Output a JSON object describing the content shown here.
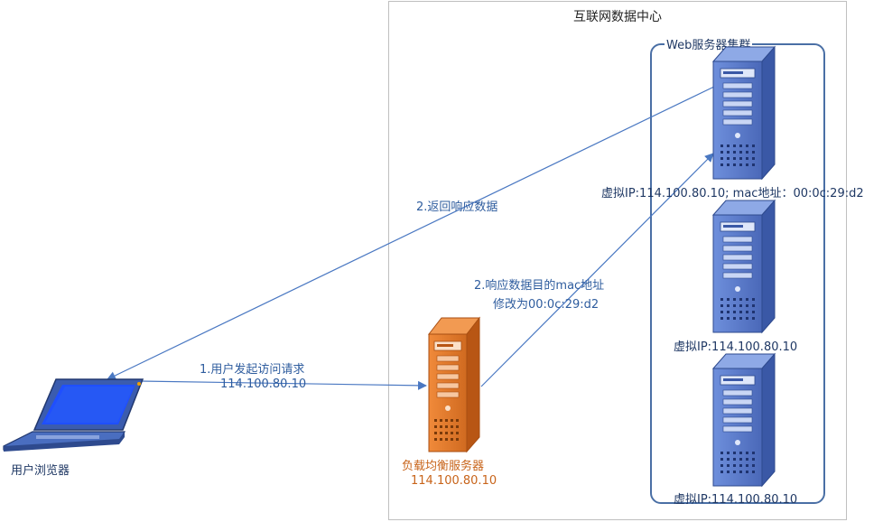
{
  "datacenter": {
    "title": "互联网数据中心"
  },
  "web_cluster": {
    "title": "Web服务器集群"
  },
  "client": {
    "label": "用户浏览器"
  },
  "load_balancer": {
    "label": "负载均衡服务器",
    "ip": "114.100.80.10"
  },
  "servers": [
    {
      "label": "虚拟IP:114.100.80.10;  mac地址：00:0c:29:d2"
    },
    {
      "label": "虚拟IP:114.100.80.10"
    },
    {
      "label": "虚拟IP:114.100.80.10"
    }
  ],
  "arrows": {
    "request": {
      "line1": "1.用户发起访问请求",
      "line2": "114.100.80.10"
    },
    "forward": {
      "line1": "2.响应数据目的mac地址",
      "line2": "修改为00:0c:29:d2"
    },
    "response": {
      "label": "2.返回响应数据"
    }
  },
  "colors": {
    "server_blue": "#5b7fd0",
    "server_orange": "#e07a2c",
    "arrow": "#4a78c2",
    "frame": "#4a6fa5"
  }
}
